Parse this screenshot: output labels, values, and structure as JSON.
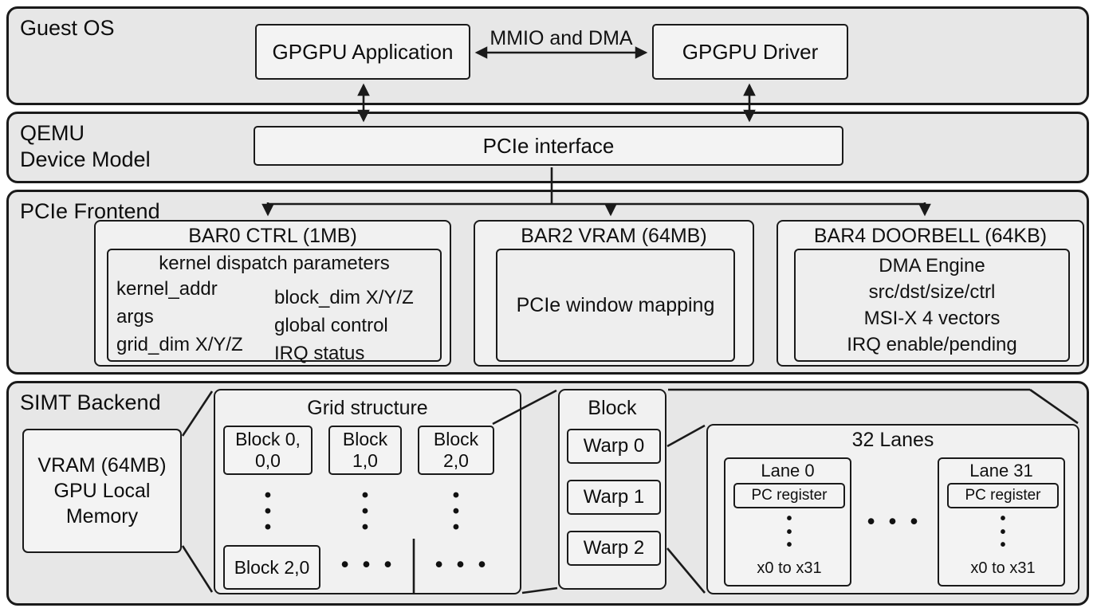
{
  "diagram": {
    "guest_os": {
      "label": "Guest OS",
      "application": "GPGPU Application",
      "driver": "GPGPU Driver",
      "bus_label": "MMIO and DMA"
    },
    "qemu": {
      "label_line1": "QEMU",
      "label_line2": "Device Model",
      "pcie_interface": "PCIe interface"
    },
    "pcie_frontend": {
      "label": "PCIe Frontend",
      "bar0": {
        "title": "BAR0 CTRL (1MB)",
        "inner_title": "kernel dispatch parameters",
        "left": [
          "kernel_addr",
          "args",
          "grid_dim X/Y/Z"
        ],
        "right": [
          "block_dim X/Y/Z",
          "global control",
          "IRQ status"
        ]
      },
      "bar2": {
        "title": "BAR2 VRAM (64MB)",
        "body": "PCIe window mapping"
      },
      "bar4": {
        "title": "BAR4 DOORBELL (64KB)",
        "lines": [
          "DMA Engine",
          "src/dst/size/ctrl",
          "MSI-X 4 vectors",
          "IRQ enable/pending"
        ]
      }
    },
    "simt": {
      "label": "SIMT Backend",
      "vram_lines": [
        "VRAM (64MB)",
        "GPU Local",
        "Memory"
      ],
      "grid": {
        "title": "Grid structure",
        "block00": [
          "Block 0,",
          "0,0"
        ],
        "block10": [
          "Block",
          "1,0"
        ],
        "block20": [
          "Block",
          "2,0"
        ],
        "block_last": "Block 2,0",
        "vdots": "•\n•\n•",
        "hdots": "• • •"
      },
      "block": {
        "title": "Block",
        "warps": [
          "Warp 0",
          "Warp 1",
          "Warp 2"
        ]
      },
      "lanes": {
        "title": "32 Lanes",
        "hdots": "• • •",
        "vdots": "•\n•\n•",
        "lane0": {
          "title": "Lane 0",
          "pc": "PC register",
          "regs": "x0 to x31"
        },
        "lane31": {
          "title": "Lane 31",
          "pc": "PC register",
          "regs": "x0 to x31"
        }
      }
    },
    "colors": {
      "band_fill": "#e7e7e7",
      "box_fill": "#f3f3f3",
      "line": "#1a1a1a"
    }
  }
}
